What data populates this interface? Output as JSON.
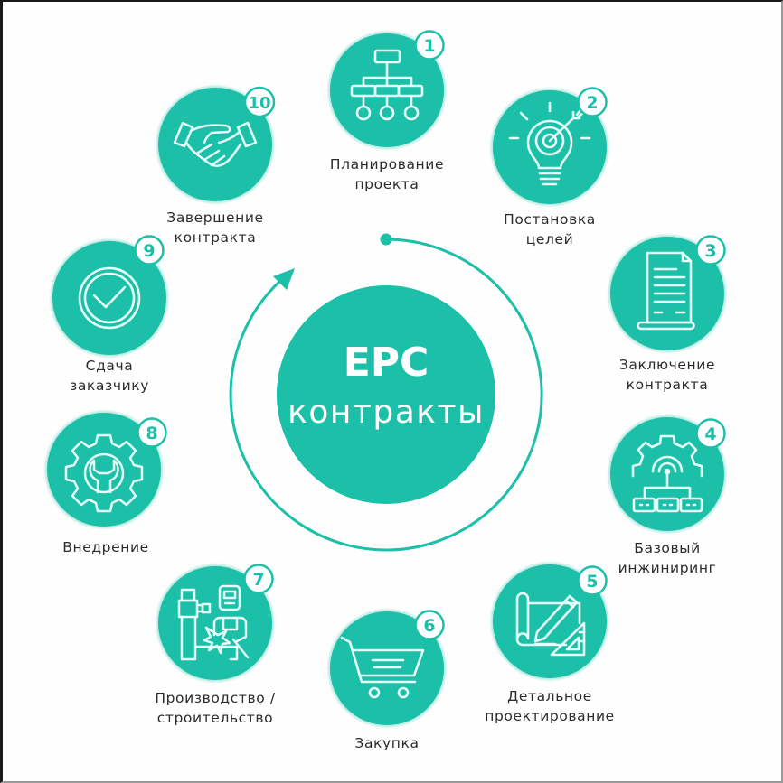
{
  "colors": {
    "teal": "#1CBFA8",
    "icon_stroke": "#E6FFFA",
    "label_text": "#2b2b2b",
    "background": "#ffffff"
  },
  "center": {
    "title": "EPC",
    "subtitle": "контракты"
  },
  "cycle": {
    "direction": "clockwise",
    "start_marker": "dot",
    "end_marker": "arrow"
  },
  "steps": [
    {
      "number": "1",
      "icon": "org-chart-icon",
      "line1": "Планирование",
      "line2": "проекта"
    },
    {
      "number": "2",
      "icon": "lightbulb-target-icon",
      "line1": "Постановка",
      "line2": "целей"
    },
    {
      "number": "3",
      "icon": "document-scroll-icon",
      "line1": "Заключение",
      "line2": "контракта"
    },
    {
      "number": "4",
      "icon": "gear-network-icon",
      "line1": "Базовый",
      "line2": "инжиниринг"
    },
    {
      "number": "5",
      "icon": "blueprint-pencil-ruler-icon",
      "line1": "Детальное",
      "line2": "проектирование"
    },
    {
      "number": "6",
      "icon": "shopping-cart-icon",
      "line1": "Закупка",
      "line2": ""
    },
    {
      "number": "7",
      "icon": "welder-machine-icon",
      "line1": "Производство /",
      "line2": "строительство"
    },
    {
      "number": "8",
      "icon": "gear-wrench-icon",
      "line1": "Внедрение",
      "line2": ""
    },
    {
      "number": "9",
      "icon": "check-circle-icon",
      "line1": "Сдача",
      "line2": "заказчику"
    },
    {
      "number": "10",
      "icon": "handshake-icon",
      "line1": "Завершение",
      "line2": "контракта"
    }
  ]
}
